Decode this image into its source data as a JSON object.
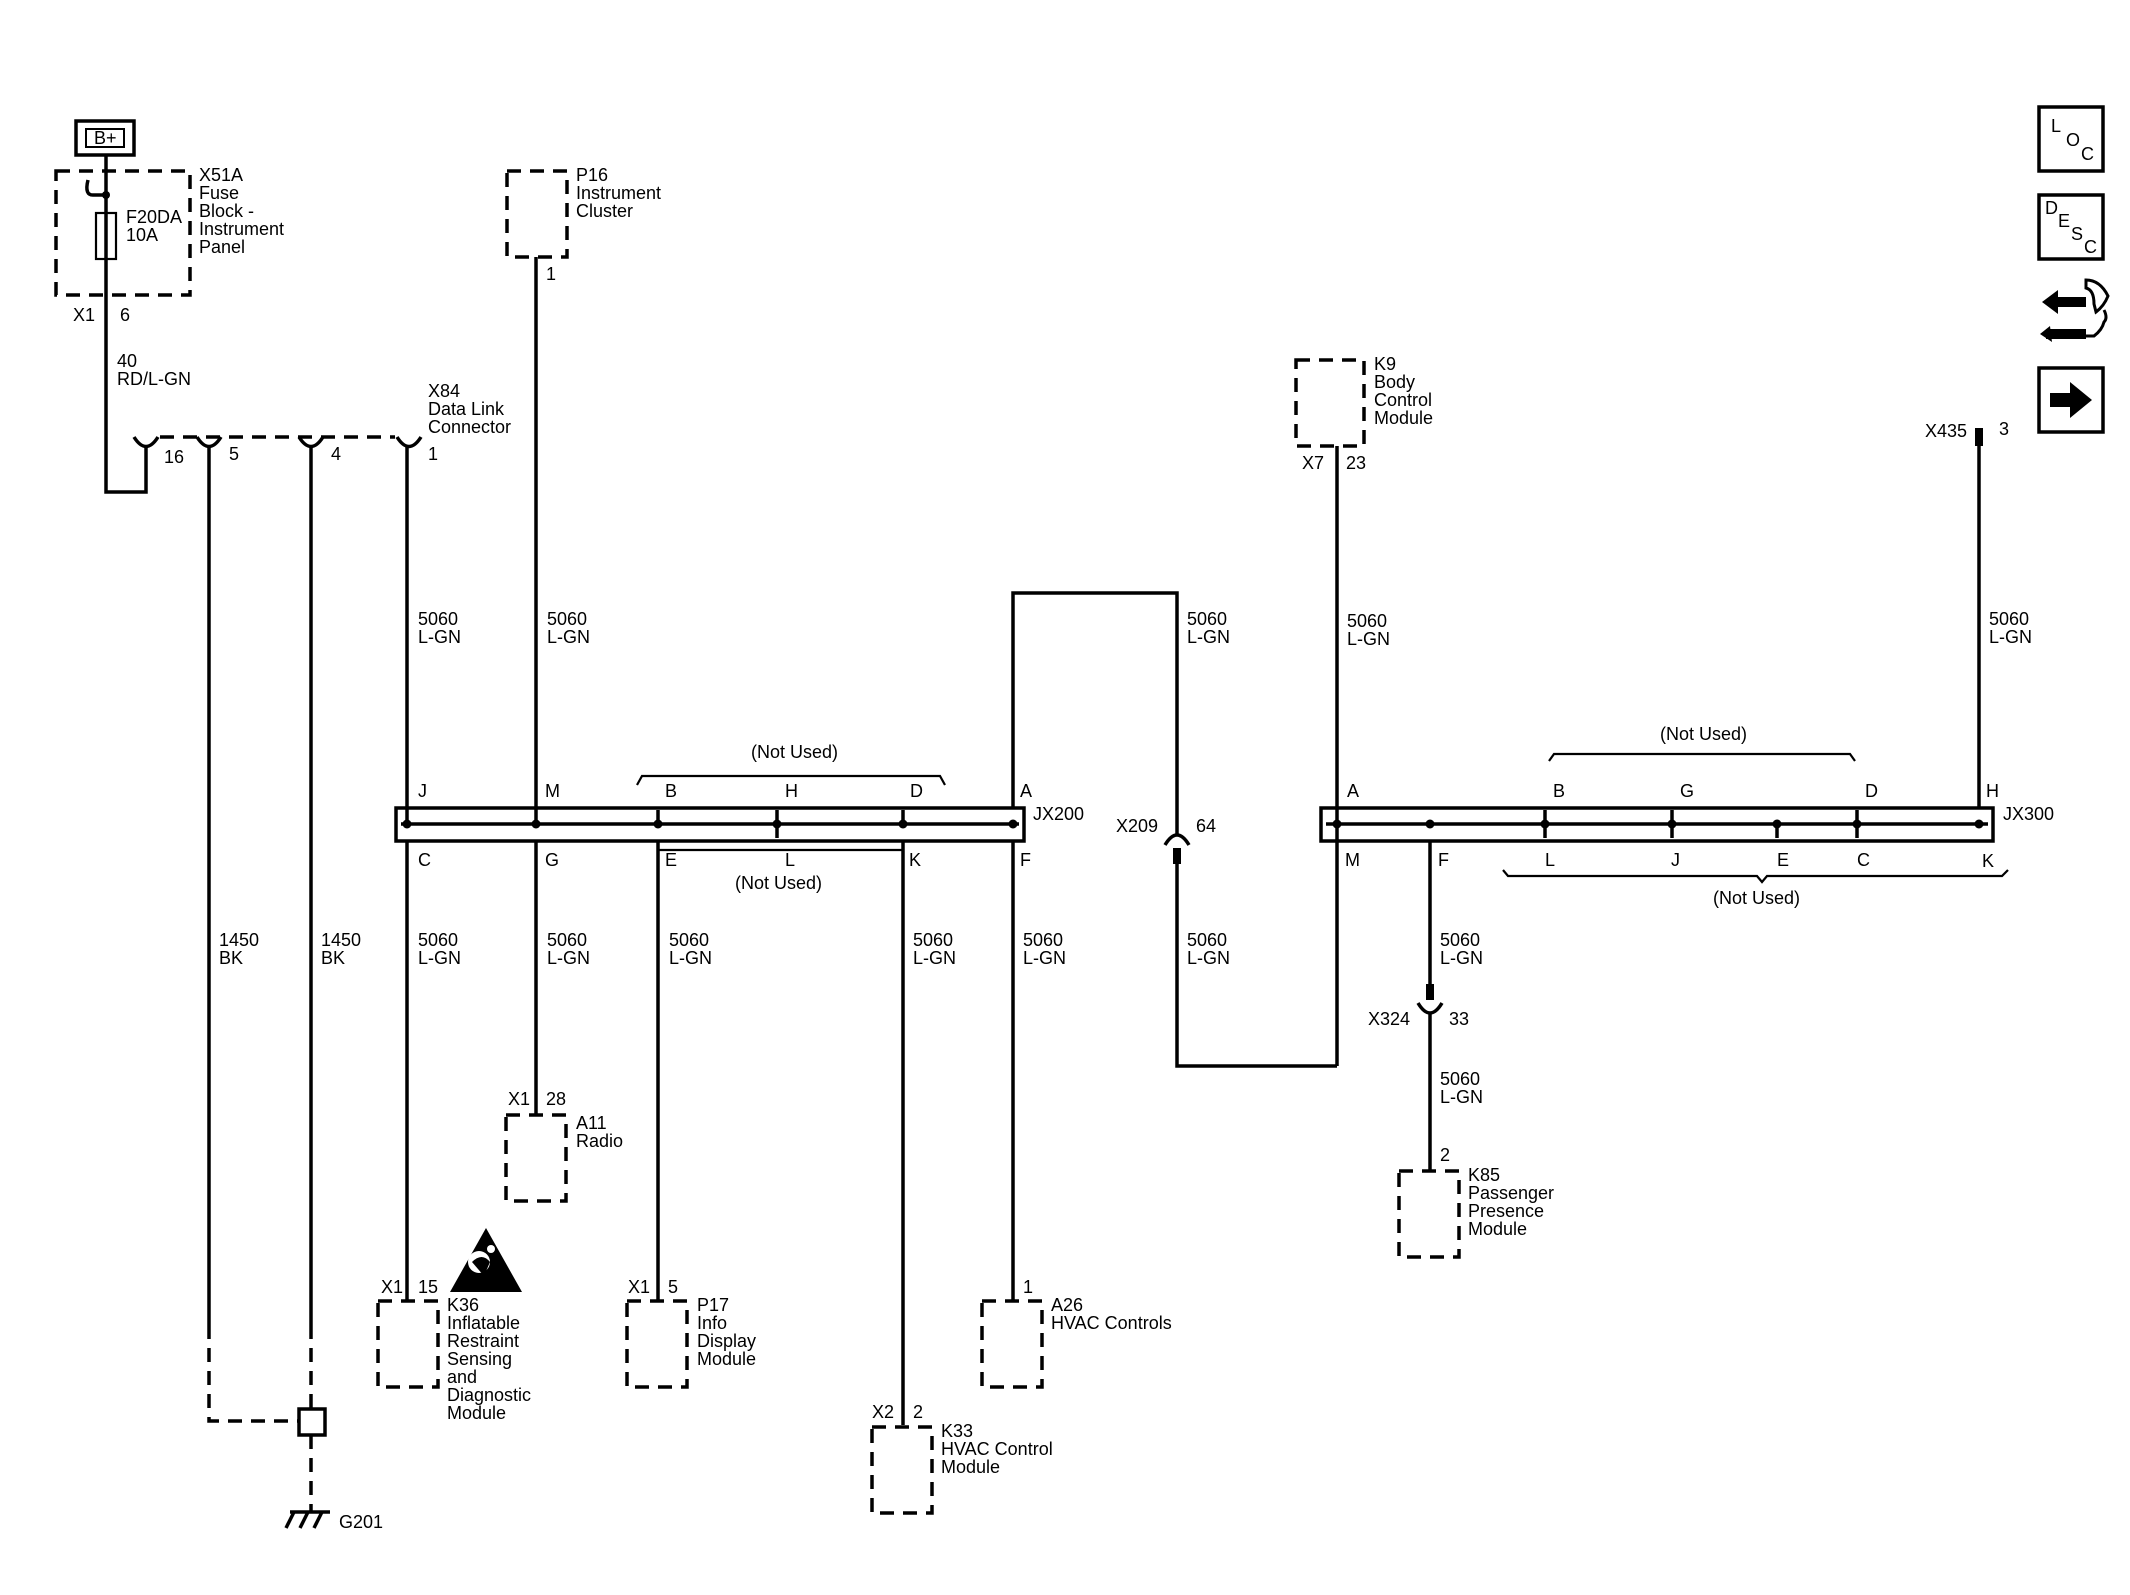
{
  "battery_label": "B+",
  "fuse_block": {
    "id": "X51A",
    "name": [
      "Fuse",
      "Block -",
      "Instrument",
      "Panel"
    ],
    "fuse": "F20DA",
    "rating": "10A",
    "connector": "X1",
    "pin": "6"
  },
  "fuse_feed_wire": {
    "circuit": "40",
    "color": "RD/L-GN"
  },
  "dlc": {
    "id": "X84",
    "name": [
      "Data Link",
      "Connector"
    ],
    "pins": [
      "16",
      "5",
      "4",
      "1"
    ]
  },
  "instrument_cluster": {
    "id": "P16",
    "name": [
      "Instrument",
      "Cluster"
    ],
    "pin": "1"
  },
  "body_control_module": {
    "id": "K9",
    "name": [
      "Body",
      "Control",
      "Module"
    ],
    "connector": "X7",
    "pin": "23"
  },
  "x435": {
    "connector": "X435",
    "pin": "3"
  },
  "wire": {
    "circuit": "5060",
    "color": "L-GN"
  },
  "ground_wire": {
    "circuit": "1450",
    "color": "BK"
  },
  "jx200": {
    "id": "JX200",
    "top_pins": [
      "J",
      "M",
      "B",
      "H",
      "D",
      "A"
    ],
    "bottom_pins": [
      "C",
      "G",
      "E",
      "L",
      "K",
      "F"
    ]
  },
  "jx300": {
    "id": "JX300",
    "top_pins": [
      "A",
      "B",
      "G",
      "D",
      "H"
    ],
    "bottom_pins": [
      "M",
      "F",
      "L",
      "J",
      "E",
      "C",
      "K"
    ]
  },
  "not_used": "(Not Used)",
  "x209": {
    "connector": "X209",
    "pin": "64"
  },
  "x324": {
    "connector": "X324",
    "pin": "33"
  },
  "radio": {
    "id": "A11",
    "name": [
      "Radio"
    ],
    "connector": "X1",
    "pin": "28"
  },
  "airbag_module": {
    "id": "K36",
    "name": [
      "Inflatable",
      "Restraint",
      "Sensing",
      "and",
      "Diagnostic",
      "Module"
    ],
    "connector": "X1",
    "pin": "15"
  },
  "info_display": {
    "id": "P17",
    "name": [
      "Info",
      "Display",
      "Module"
    ],
    "connector": "X1",
    "pin": "5"
  },
  "hvac_control_module": {
    "id": "K33",
    "name": [
      "HVAC Control",
      "Module"
    ],
    "connector": "X2",
    "pin": "2"
  },
  "hvac_controls": {
    "id": "A26",
    "name": [
      "HVAC Controls"
    ],
    "pin": "1"
  },
  "passenger_presence": {
    "id": "K85",
    "name": [
      "Passenger",
      "Presence",
      "Module"
    ],
    "pin": "2"
  },
  "ground": {
    "id": "G201"
  },
  "nav_buttons": {
    "loc": [
      "L",
      "O",
      "C"
    ],
    "desc": [
      "D",
      "E",
      "S",
      "C"
    ],
    "tool_icon": "tool-swap-icon",
    "next_icon": "arrow-right-icon"
  }
}
